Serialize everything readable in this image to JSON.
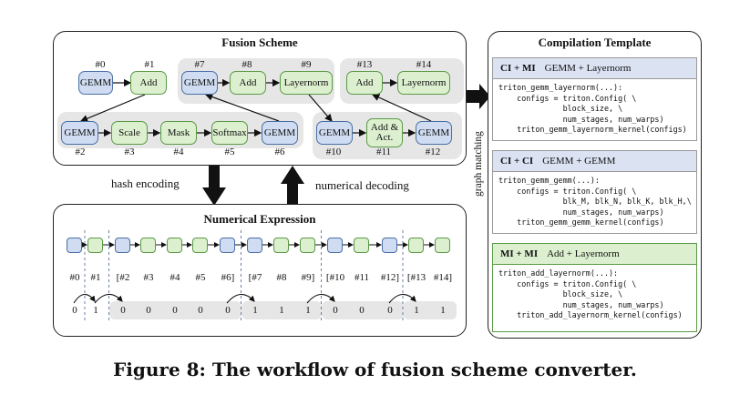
{
  "fusion_scheme": {
    "title": "Fusion Scheme",
    "nodes": [
      {
        "id": "#0",
        "label": "GEMM"
      },
      {
        "id": "#1",
        "label": "Add"
      },
      {
        "id": "#2",
        "label": "GEMM"
      },
      {
        "id": "#3",
        "label": "Scale"
      },
      {
        "id": "#4",
        "label": "Mask"
      },
      {
        "id": "#5",
        "label": "Softmax"
      },
      {
        "id": "#6",
        "label": "GEMM"
      },
      {
        "id": "#7",
        "label": "GEMM"
      },
      {
        "id": "#8",
        "label": "Add"
      },
      {
        "id": "#9",
        "label": "Layernorm"
      },
      {
        "id": "#10",
        "label": "GEMM"
      },
      {
        "id": "#11",
        "label": "Add & Act."
      },
      {
        "id": "#12",
        "label": "GEMM"
      },
      {
        "id": "#13",
        "label": "Add"
      },
      {
        "id": "#14",
        "label": "Layernorm"
      }
    ]
  },
  "labels": {
    "hash_encoding": "hash encoding",
    "numerical_decoding": "numerical decoding",
    "graph_matching": "graph matching"
  },
  "numerical_expression": {
    "title": "Numerical Expression",
    "sequence": [
      "b",
      "g",
      "b",
      "g",
      "g",
      "g",
      "b",
      "b",
      "g",
      "g",
      "b",
      "g",
      "b",
      "g",
      "g"
    ],
    "tokens": [
      "#0",
      "#1",
      "[#2",
      "#3",
      "#4",
      "#5",
      "#6]",
      "[#7",
      "#8",
      "#9]",
      "[#10",
      "#11",
      "#12]",
      "[#13",
      "#14]"
    ],
    "values": [
      "0",
      "1",
      "0",
      "0",
      "0",
      "0",
      "0",
      "1",
      "1",
      "1",
      "0",
      "0",
      "0",
      "1",
      "1"
    ]
  },
  "compilation_template": {
    "title": "Compilation  Template",
    "sections": [
      {
        "tag": "CI + MI",
        "name": "GEMM + Layernorm",
        "code": "triton_gemm_layernorm(...):\n    configs = triton.Config( \\\n              block_size, \\\n              num_stages, num_warps)\n    triton_gemm_layernorm_kernel(configs)"
      },
      {
        "tag": "CI + CI",
        "name": "GEMM + GEMM",
        "code": "triton_gemm_gemm(...):\n    configs = triton.Config( \\\n              blk_M, blk_N, blk_K, blk_H,\\\n              num_stages, num_warps)\n    triton_gemm_gemm_kernel(configs)"
      },
      {
        "tag": "MI + MI",
        "name": "Add + Layernorm",
        "code": "triton_add_layernorm(...):\n    configs = triton.Config( \\\n              block_size, \\\n              num_stages, num_warps)\n    triton_add_layernorm_kernel(configs)"
      }
    ]
  },
  "caption": "Figure 8: The workflow of fusion scheme converter.",
  "colors": {
    "compute_fill": "#cfdcf1",
    "compute_border": "#4a6fa5",
    "memory_fill": "#dcefcf",
    "memory_border": "#5a9a46",
    "group_bg": "#e6e6e6",
    "section_header_bg1": "#dbe3f3",
    "section_header_bg2": "#dbe3f3",
    "section_header_bg3": "#dcefcf"
  }
}
